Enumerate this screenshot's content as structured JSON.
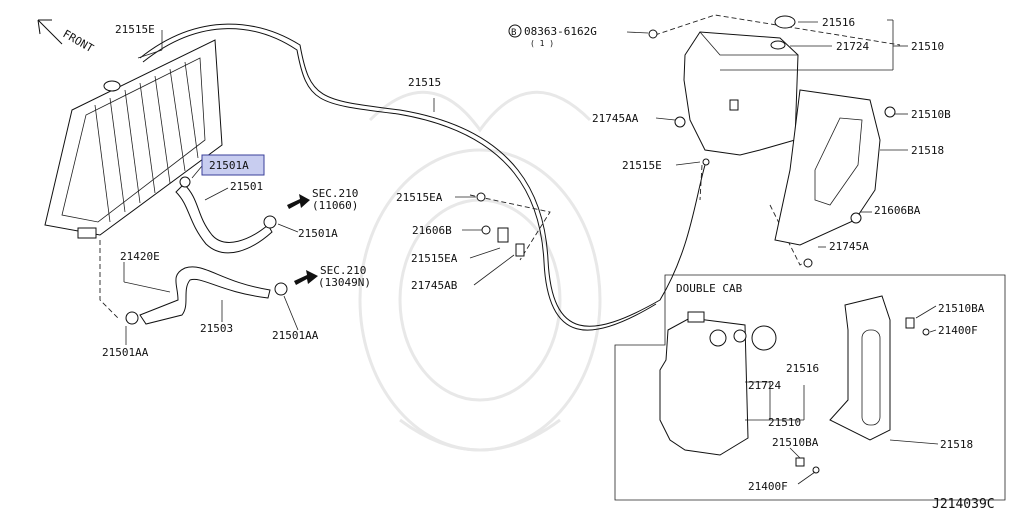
{
  "labels": {
    "front": "FRONT",
    "p21515E_top": "21515E",
    "p21501A_hl": "21501A",
    "p21501": "21501",
    "p21501A": "21501A",
    "sec210_a": "SEC.210",
    "sec210_a_sub": "(11060)",
    "p21420E": "21420E",
    "p21503": "21503",
    "p21501AA_left": "21501AA",
    "p21501AA_right": "21501AA",
    "sec210_b": "SEC.210",
    "sec210_b_sub": "(13049N)",
    "p21515": "21515",
    "bolt_circle": "B",
    "bolt_code": "08363-6162G",
    "bolt_qty": "( 1 )",
    "p21516_top": "21516",
    "p21724_top": "21724",
    "p21510_top": "21510",
    "p21745AA": "21745AA",
    "p21510B": "21510B",
    "p21515E_mid": "21515E",
    "p21518_top": "21518",
    "p21606BA": "21606BA",
    "p21745A": "21745A",
    "p21515EA_a": "21515EA",
    "p21606B": "21606B",
    "p21515EA_b": "21515EA",
    "p21745AB": "21745AB",
    "double_cab": "DOUBLE CAB",
    "p21510BA_a": "21510BA",
    "p21400F_a": "21400F",
    "p21516_b": "21516",
    "p21724_b": "21724",
    "p21510_b": "21510",
    "p21518_b": "21518",
    "p21510BA_b": "21510BA",
    "p21400F_b": "21400F",
    "diagram_code": "J214039C"
  },
  "colors": {
    "highlight_fill": "#c8cdf0",
    "highlight_stroke": "#3a3f9a",
    "line": "#111111"
  }
}
